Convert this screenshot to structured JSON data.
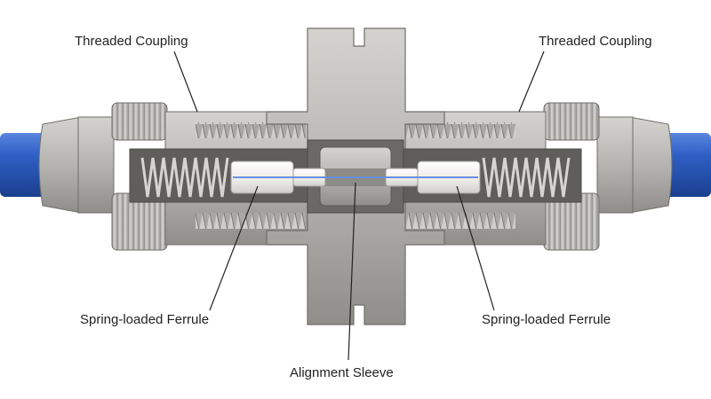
{
  "labels": {
    "threaded_coupling_left": "Threaded Coupling",
    "threaded_coupling_right": "Threaded Coupling",
    "ferrule_left": "Spring-loaded Ferrule",
    "ferrule_right": "Spring-loaded Ferrule",
    "alignment_sleeve": "Alignment Sleeve"
  },
  "colors": {
    "cable": "#2f5fc4",
    "metal": "#b7b6b2",
    "metal_dark": "#7c7b77",
    "ferrule": "#f1f1ee",
    "fiber": "#6b8fe0"
  }
}
